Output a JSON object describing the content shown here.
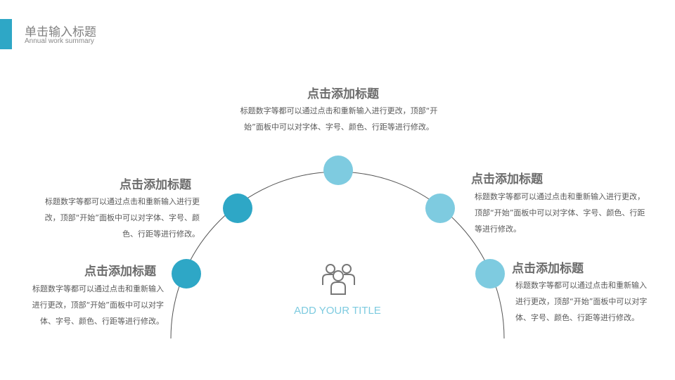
{
  "header": {
    "title": "单击输入标题",
    "subtitle": "Annual work summary"
  },
  "colors": {
    "dark": "#2ea7c6",
    "light": "#7ecbe0"
  },
  "center": {
    "icon": "people-group-icon",
    "title": "ADD YOUR  TITLE"
  },
  "items": [
    {
      "title": "点击添加标题",
      "desc": "标题数字等都可以通过点击和重新输入进行更改，顶部“开始”面板中可以对字体、字号、颜色、行距等进行修改。"
    },
    {
      "title": "点击添加标题",
      "desc": "标题数字等都可以通过点击和重新输入进行更改，顶部“开始”面板中可以对字体、字号、颜色、行距等进行修改。"
    },
    {
      "title": "点击添加标题",
      "desc": "标题数字等都可以通过点击和重新输入进行更改，顶部“开始”面板中可以对字体、字号、颜色、行距等进行修改。"
    },
    {
      "title": "点击添加标题",
      "desc": "标题数字等都可以通过点击和重新输入进行更改，顶部“开始”面板中可以对字体、字号、颜色、行距等进行修改。"
    },
    {
      "title": "点击添加标题",
      "desc": "标题数字等都可以通过点击和重新输入进行更改，顶部“开始”面板中可以对字体、字号、颜色、行距等进行修改。"
    }
  ]
}
